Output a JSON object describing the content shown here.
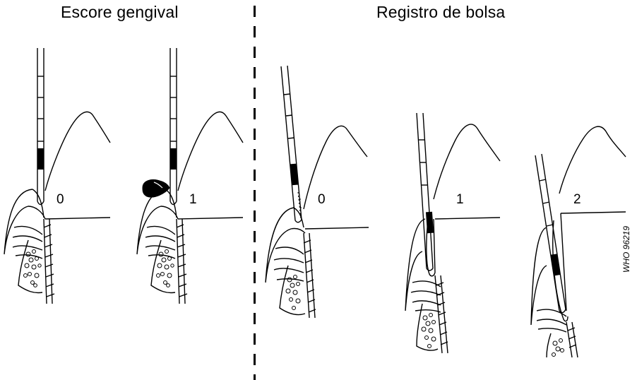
{
  "headings": {
    "left": "Escore gengival",
    "right": "Registro de bolsa"
  },
  "panels": [
    {
      "group": "gengival",
      "score": "0",
      "bleeding": false,
      "pocket": 0
    },
    {
      "group": "gengival",
      "score": "1",
      "bleeding": true,
      "pocket": 0
    },
    {
      "group": "bolsa",
      "score": "0",
      "bleeding": false,
      "pocket": 0
    },
    {
      "group": "bolsa",
      "score": "1",
      "bleeding": false,
      "pocket": 1
    },
    {
      "group": "bolsa",
      "score": "2",
      "bleeding": false,
      "pocket": 2
    }
  ],
  "code": "WHO 96219"
}
